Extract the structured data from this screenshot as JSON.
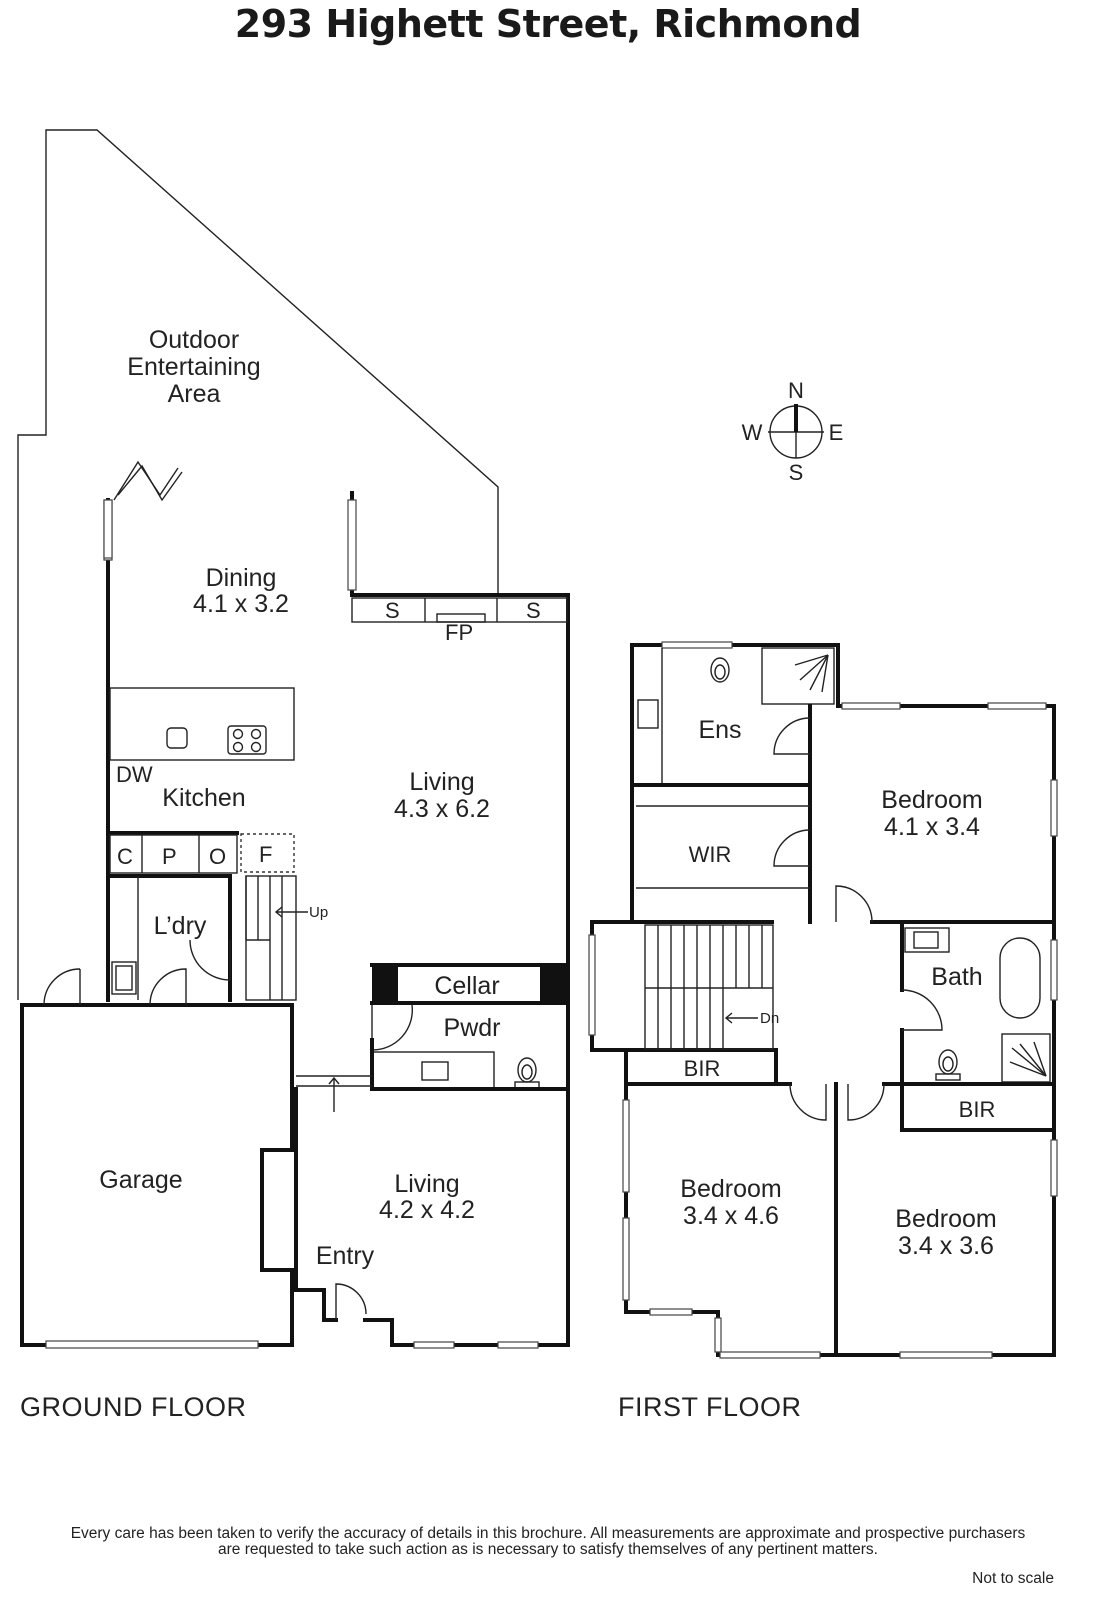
{
  "title": "293 Highett Street, Richmond",
  "ground_floor": {
    "label": "GROUND FLOOR",
    "rooms": {
      "outdoor_1": "Outdoor",
      "outdoor_2": "Entertaining",
      "outdoor_3": "Area",
      "dining": "Dining",
      "dining_dim": "4.1 x 3.2",
      "s1": "S",
      "s2": "S",
      "fp": "FP",
      "dw": "DW",
      "kitchen": "Kitchen",
      "living_main": "Living",
      "living_main_dim": "4.3 x 6.2",
      "c": "C",
      "p": "P",
      "o": "O",
      "f": "F",
      "laundry": "L’dry",
      "up": "Up",
      "cellar": "Cellar",
      "pwdr": "Pwdr",
      "garage": "Garage",
      "living_front": "Living",
      "living_front_dim": "4.2 x 4.2",
      "entry": "Entry"
    }
  },
  "first_floor": {
    "label": "FIRST FLOOR",
    "rooms": {
      "ens": "Ens",
      "wir": "WIR",
      "bed1": "Bedroom",
      "bed1_dim": "4.1 x 3.4",
      "bath": "Bath",
      "dn": "Dn",
      "bir1": "BIR",
      "bir2": "BIR",
      "bed2": "Bedroom",
      "bed2_dim": "3.4 x 4.6",
      "bed3": "Bedroom",
      "bed3_dim": "3.4 x 3.6"
    }
  },
  "compass": {
    "n": "N",
    "s": "S",
    "e": "E",
    "w": "W"
  },
  "disclaimer_1": "Every care has been taken to verify the accuracy of details in this brochure.  All measurements are approximate and prospective purchasers",
  "disclaimer_2": "are requested to take such action as is necessary to satisfy themselves of any pertinent matters.",
  "not_to_scale": "Not to scale"
}
